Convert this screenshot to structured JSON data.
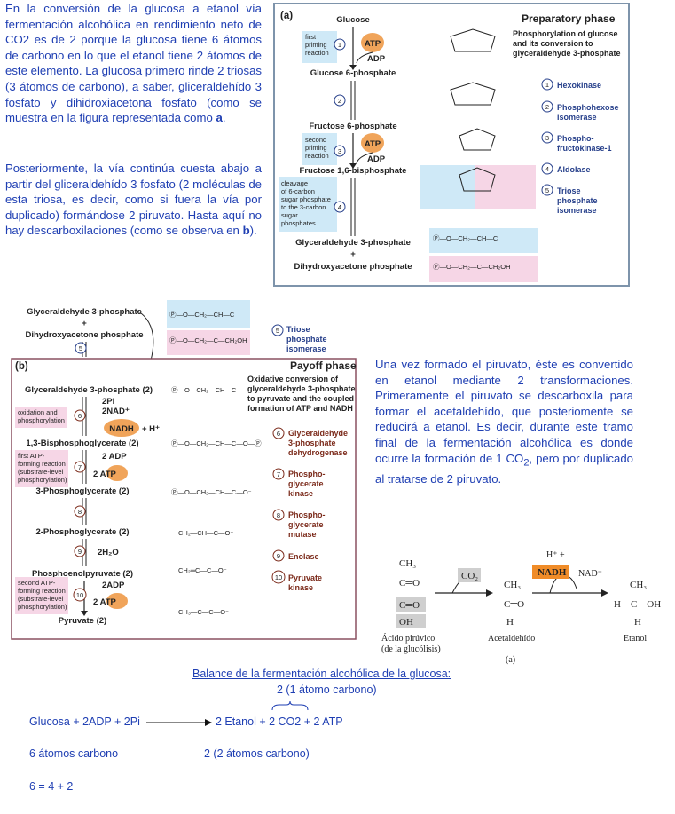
{
  "text_blocks": {
    "p1_before": "En la conversión de la glucosa a etanol vía fermentación alcohólica en rendimiento neto de CO2 es de 2 porque la glucosa tiene 6 átomos de carbono en lo que el etanol tiene 2 átomos de este elemento. La glucosa primero rinde 2 triosas (3 átomos de carbono), a saber, gliceraldehído 3 fosfato y dihidroxiacetona fosfato (como se muestra en la figura representada como ",
    "p1_bold": "a",
    "p1_after": ".",
    "p2_before": "Posteriormente, la vía continúa cuesta abajo a partir del gliceraldehído 3 fosfato (2 moléculas de esta triosa, es decir, como si fuera la vía por duplicado) formándose 2 piruvato. Hasta aquí no hay descarboxilaciones (como se observa en ",
    "p2_bold": "b",
    "p2_after": ").",
    "p3_before": "Una vez formado el piruvato, éste es convertido en etanol mediante 2 transformaciones. Primeramente el piruvato se descarboxila para formar el acetaldehído, que posteriomente se reducirá a etanol. Es decir, durante este tramo final de la fermentación alcohólica es donde ocurre la formación de 1 CO",
    "p3_sub": "2",
    "p3_after": ", pero por duplicado al tratarse de 2 piruvato."
  },
  "fig_a": {
    "label": "(a)",
    "phase_title": "Preparatory phase",
    "phase_desc": [
      "Phosphorylation of glucose",
      "and its conversion to",
      "glyceraldehyde 3-phosphate"
    ],
    "compounds": [
      "Glucose",
      "Glucose 6-phosphate",
      "Fructose 6-phosphate",
      "Fructose 1,6-bisphosphate",
      "Glyceraldehyde 3-phosphate",
      "+",
      "Dihydroxyacetone phosphate"
    ],
    "notes": [
      [
        "first",
        "priming",
        "reaction"
      ],
      [
        "second",
        "priming",
        "reaction"
      ],
      [
        "cleavage",
        "of 6-carbon",
        "sugar phosphate",
        "to the 3-carbon",
        "sugar",
        "phosphates"
      ]
    ],
    "atp": "ATP",
    "adp": "ADP",
    "enzymes": [
      [
        "Hexokinase"
      ],
      [
        "Phosphohexose",
        "isomerase"
      ],
      [
        "Phospho-",
        "fructokinase-1"
      ],
      [
        "Aldolase"
      ],
      [
        "Triose",
        "phosphate",
        "isomerase"
      ]
    ],
    "step_nums": [
      "1",
      "2",
      "3",
      "4",
      "5"
    ]
  },
  "fig_b": {
    "label": "(b)",
    "phase_title": "Payoff phase",
    "phase_desc": [
      "Oxidative conversion of",
      "glyceraldehyde 3-phosphate",
      "to pyruvate and the coupled",
      "formation of ATP and NADH"
    ],
    "top_compounds": [
      "Glyceraldehyde 3-phosphate",
      "+",
      "Dihydroxyacetone phosphate"
    ],
    "compounds": [
      "Glyceraldehyde 3-phosphate  (2)",
      "1,3-Bisphosphoglycerate  (2)",
      "3-Phosphoglycerate  (2)",
      "2-Phosphoglycerate  (2)",
      "Phosphoenolpyruvate  (2)",
      "Pyruvate  (2)"
    ],
    "notes": [
      [
        "oxidation and",
        "phosphorylation"
      ],
      [
        "first ATP-",
        "forming reaction",
        "(substrate-level",
        "phosphorylation)"
      ],
      [
        "second ATP-",
        "forming reaction",
        "(substrate-level",
        "phosphorylation)"
      ]
    ],
    "cofactors": [
      "2Pi",
      "2NAD⁺",
      "NADH",
      "+ H⁺",
      "2 ADP",
      "2 ATP",
      "2H₂O",
      "2ADP",
      "2 ATP"
    ],
    "enzymes": [
      [
        "Triose",
        "phosphate",
        "isomerase"
      ],
      [
        "Glyceraldehyde",
        "3-phosphate",
        "dehydrogenase"
      ],
      [
        "Phospho-",
        "glycerate",
        "kinase"
      ],
      [
        "Phospho-",
        "glycerate",
        "mutase"
      ],
      [
        "Enolase"
      ],
      [
        "Pyruvate",
        "kinase"
      ]
    ],
    "step_nums": [
      "5",
      "6",
      "7",
      "8",
      "9",
      "10"
    ]
  },
  "fig_c": {
    "label": "(a)",
    "names": [
      "Ácido pirúvico",
      "(de la glucólisis)",
      "Acetaldehído",
      "Etanol"
    ],
    "co2": "CO₂",
    "nadh": "NADH",
    "h_plus": "H⁺ +",
    "nad": "NAD⁺"
  },
  "balance": {
    "title": "Balance de la fermentación alcohólica de la glucosa:",
    "co2_note": "2 (1 átomo carbono)",
    "left": "Glucosa + 2ADP + 2Pi",
    "right": "2 Etanol + 2 CO2 + 2 ATP",
    "left_atoms": "6 átomos carbono",
    "right_atoms": "2 (2 átomos carbono)",
    "equation": "6 = 4 + 2"
  },
  "colors": {
    "text_blue": "#1f3fb3",
    "atp_orange": "#f0a45a",
    "highlight_blue": "#cfe9f7",
    "highlight_pink": "#f6d6e6",
    "box_border": "#8a5060",
    "nadh_orange": "#f08c28"
  }
}
